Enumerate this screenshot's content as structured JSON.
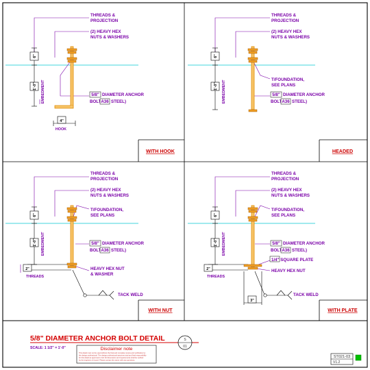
{
  "callouts": {
    "threads": "THREADS &",
    "projection": "PROJECTION",
    "heavy_hex_1": "(2) HEAVY HEX",
    "heavy_hex_2": "NUTS & WASHERS",
    "foundation_1": "T/FOUNDATION,",
    "foundation_2": "SEE PLANS",
    "anchor_size": "5/8\"",
    "anchor_label": "DIAMETER ANCHOR",
    "bolt": "BOLT",
    "a36": "A36",
    "steel": "STEEL)",
    "embedment": "EMBEDMENT",
    "dim_top": "6\"",
    "dim_emb": "1'-0\"",
    "hook_dim": "4\"",
    "hook": "HOOK",
    "threads_dim": "2\"",
    "threads_word": "THREADS",
    "nut_washer_1": "HEAVY HEX NUT",
    "nut_washer_2": "& WASHER",
    "tack_weld": "TACK WELD",
    "square_plate": "1/4\" SQUARE PLATE",
    "plate_dim": "3\"",
    "heavy_hex_nut": "HEAVY HEX NUT"
  },
  "panels": {
    "hook": "WITH HOOK",
    "headed": "HEADED",
    "nut": "WITH NUT",
    "plate": "WITH PLATE"
  },
  "title_block": {
    "title": "5/8\" DIAMETER ANCHOR BOLT DETAIL",
    "scale": "SCALE: 1 1/2\" = 1'-0\"",
    "disclaimer_title": "Disclaimer note",
    "disclaimer_line1": "This detail must not be used without the final and complete review and verification by",
    "disclaimer_line2": "the design professional. The design professional assumes total and final responsibility",
    "disclaimer_line3": "for this detail as approved in full. All dimensions and requirements shall be verified",
    "disclaimer_line4": "by the engineer of record. Please contact the owner with any questions.",
    "sheet_id": "ST021-03",
    "revision": "V1.2",
    "section_symbol": "S",
    "section_ref": "01"
  },
  "colors": {
    "frame": "#000000",
    "leader": "#7a00a8",
    "foundation": "#00c8d2",
    "bolt": "#e08a00",
    "title": "#d40000",
    "status": "#00c000"
  }
}
